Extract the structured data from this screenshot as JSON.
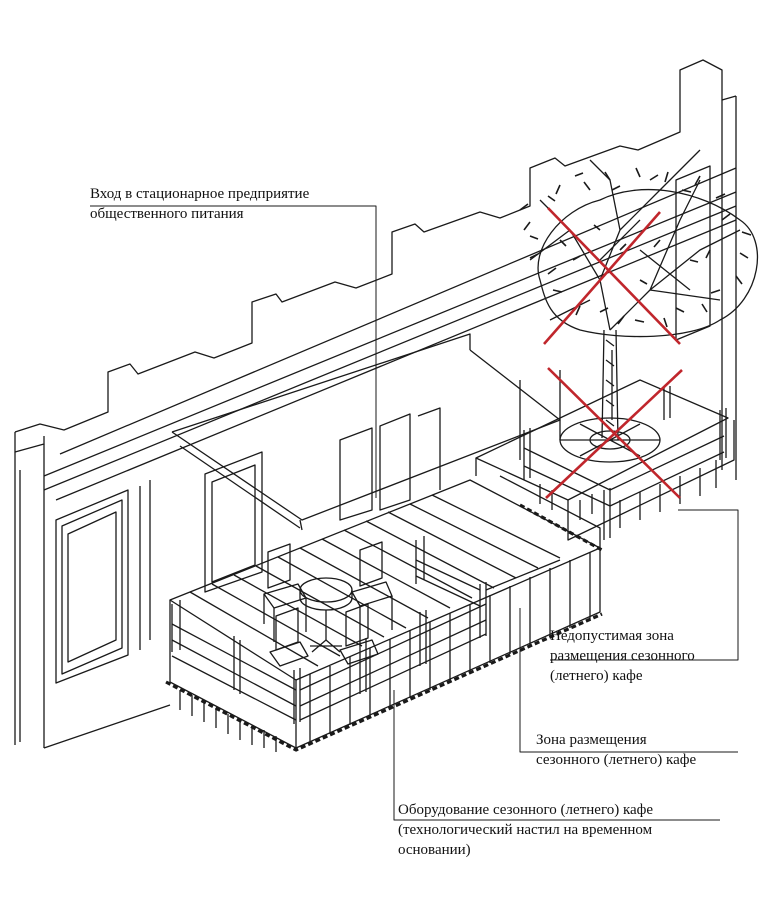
{
  "labels": {
    "entrance": {
      "line1": "Вход в стационарное предприятие",
      "line2": "общественного питания"
    },
    "forbidden_zone": {
      "line1": "Недопустимая зона",
      "line2": "размещения сезонного",
      "line3": "(летнего) кафе"
    },
    "placement_zone": {
      "line1": "Зона размещения",
      "line2": "сезонного (летнего) кафе"
    },
    "equipment": {
      "line1": "Оборудование сезонного (летнего) кафе",
      "line2": "(технологический настил на временном",
      "line3": "основании)"
    }
  },
  "colors": {
    "line": "#1a1a1a",
    "cross": "#c0262c",
    "background": "#ffffff"
  }
}
